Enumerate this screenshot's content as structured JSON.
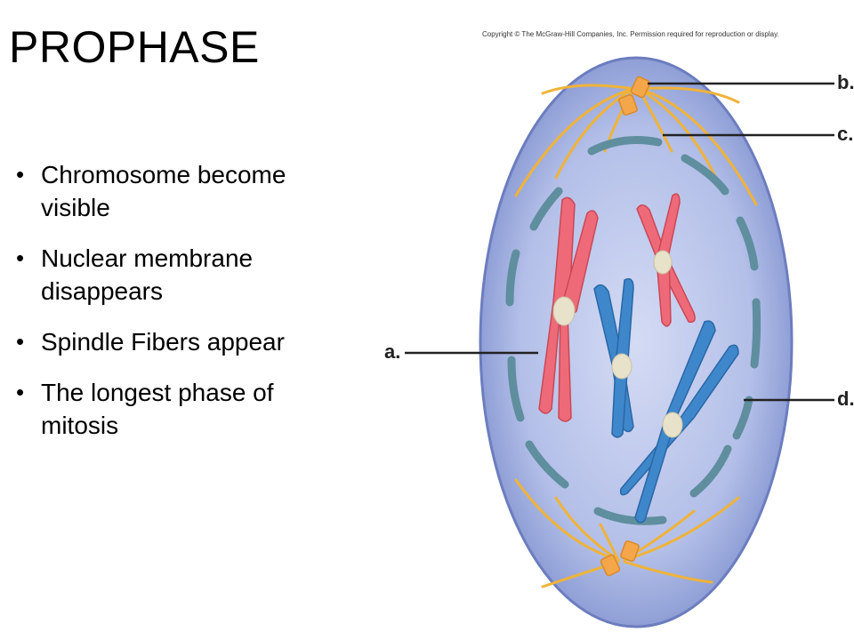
{
  "slide": {
    "title": "PROPHASE",
    "bullets": [
      "Chromosome become visible",
      "Nuclear membrane disappears",
      "Spindle Fibers appear",
      "The longest phase of mitosis"
    ]
  },
  "diagram": {
    "copyright": "Copyright © The McGraw-Hill Companies, Inc. Permission required for reproduction or display.",
    "labels": {
      "a": "a.",
      "b": "b.",
      "c": "c.",
      "d": "d."
    },
    "colors": {
      "cell_fill": "#aab6e2",
      "cell_edge": "#6c7dbf",
      "membrane_fragment": "#5f8e9f",
      "spindle_fiber": "#f0b338",
      "centrosome": "#f4a64a",
      "chromosome_red": "#ef6a78",
      "chromosome_blue": "#3f87cb",
      "centromere": "#e7e2c9",
      "leader_line": "#222222"
    }
  }
}
